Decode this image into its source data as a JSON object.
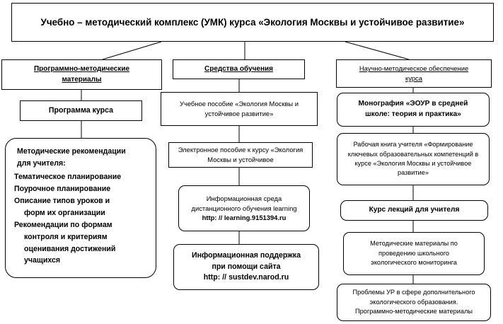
{
  "title": "Учебно – методический комплекс (УМК) курса «Экология Москвы и устойчивое развитие»",
  "columns": [
    {
      "header": "Программно-методические материалы",
      "items": [
        "Программа курса"
      ],
      "guidelines": {
        "heading_line1": "Методические рекомендации",
        "heading_line2": "для учителя:",
        "lines": [
          "Тематическое планирование",
          "Поурочное планирование",
          "Описание типов уроков и",
          "форм их организации",
          "Рекомендации по формам",
          "контроля и критериям",
          "оценивания достижений",
          "учащихся"
        ]
      }
    },
    {
      "header": "Средства обучения",
      "items": [
        "Учебное пособие «Экология Москвы и устойчивое развитие»",
        "Электронное пособие к курсу «Экология Москвы и устойчивое",
        "Информационная среда дистанционного обучения learning",
        "http: // learning.9151394.ru",
        "Информационная поддержка при помощи сайта",
        "http: // sustdev.narod.ru"
      ]
    },
    {
      "header": "Научно-методическое обеспечение курса",
      "items": [
        "Монография «ЭОУР в средней школе: теория и практика»",
        "Рабочая книга учителя «Формирование ключевых образовательных компетенций в курсе «Экология Москвы и устойчивое развитие»",
        "Курс лекций для учителя",
        "Методические материалы по проведению школьного экологического мониторинга",
        "Проблемы УР в сфере дополнительного экологического образования.",
        "Программно-методические материалы"
      ]
    }
  ]
}
